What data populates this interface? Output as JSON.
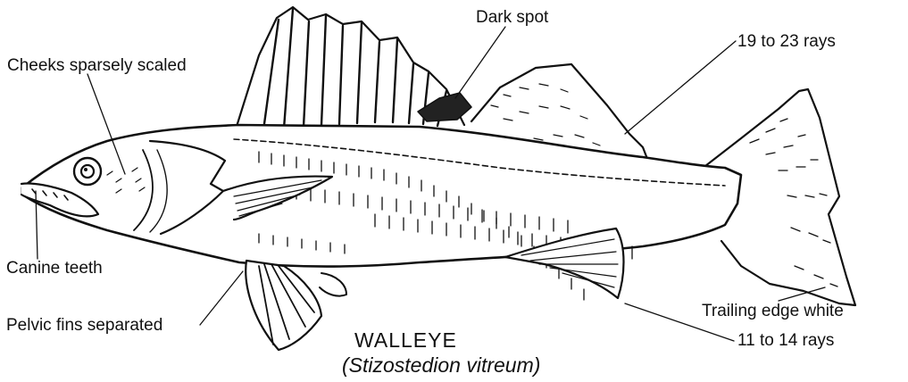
{
  "labels": {
    "dark_spot": "Dark spot",
    "dorsal_rays": "19 to 23 rays",
    "cheeks": "Cheeks sparsely scaled",
    "canine_teeth": "Canine teeth",
    "pelvic_fins": "Pelvic fins separated",
    "trailing_edge": "Trailing edge white",
    "anal_rays": "11 to 14 rays"
  },
  "title": {
    "common_name": "WALLEYE",
    "scientific_name": "(Stizostedion vitreum)"
  },
  "colors": {
    "ink": "#111111",
    "background": "#ffffff"
  }
}
